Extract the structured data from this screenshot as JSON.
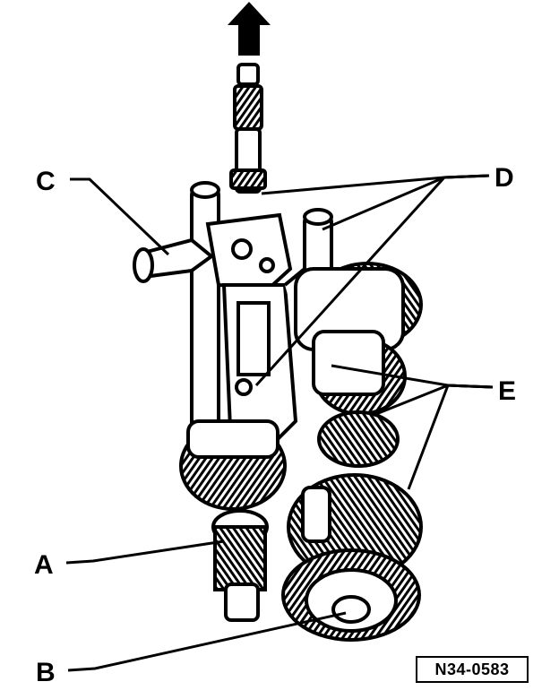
{
  "diagram": {
    "callouts": {
      "a": "A",
      "b": "B",
      "c": "C",
      "d": "D",
      "e": "E"
    },
    "reference_code": "N34-0583"
  }
}
